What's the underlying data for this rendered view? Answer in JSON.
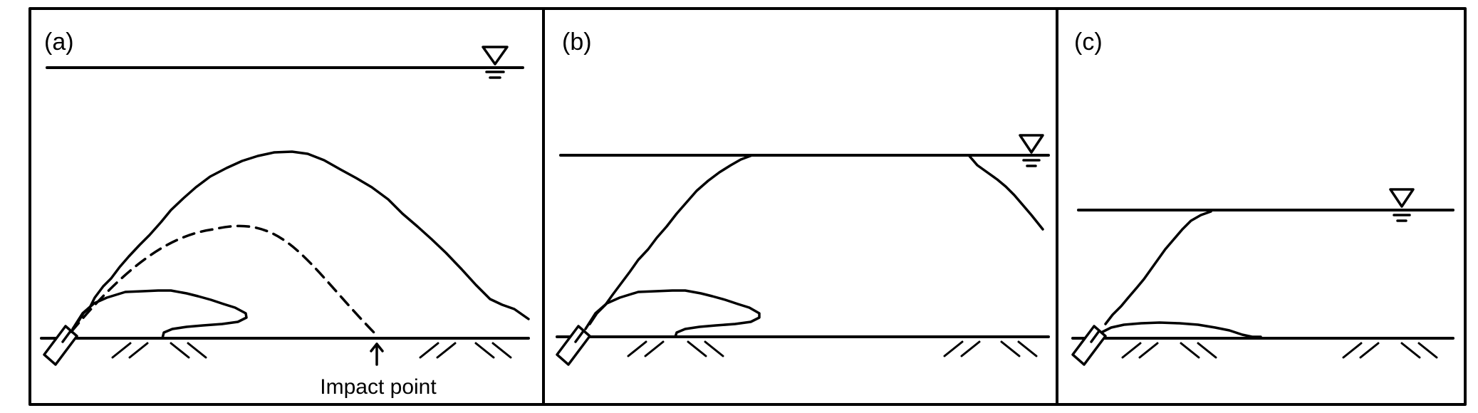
{
  "figure": {
    "panels": [
      {
        "id": "a",
        "label": "(a)",
        "annotation": "Impact point"
      },
      {
        "id": "b",
        "label": "(b)"
      },
      {
        "id": "c",
        "label": "(c)"
      }
    ],
    "icons": [
      "water-surface-icon",
      "nozzle-icon",
      "seabed-hatch-icon",
      "up-arrow-icon"
    ]
  }
}
